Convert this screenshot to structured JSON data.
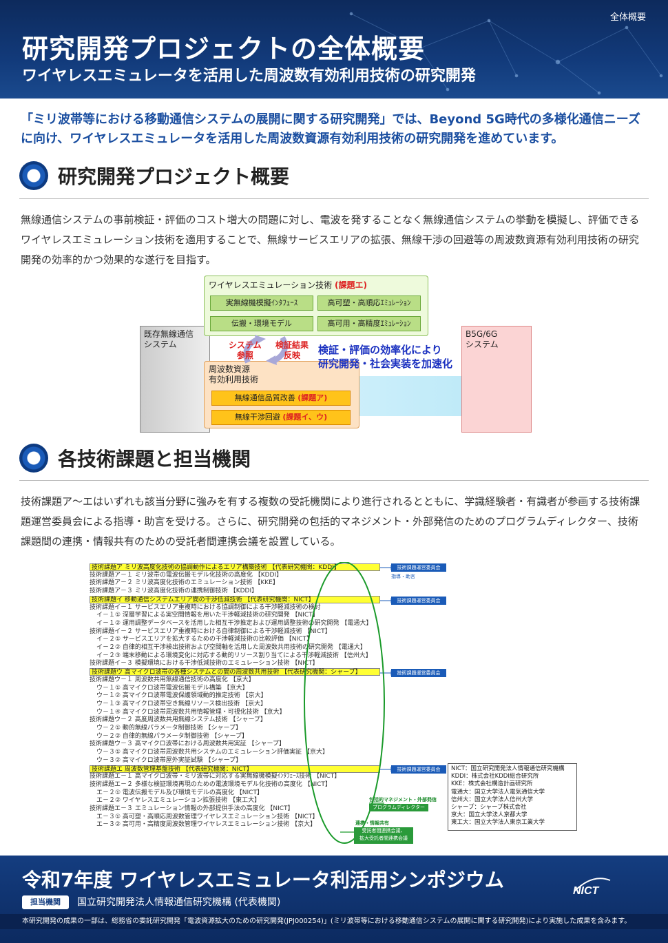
{
  "header": {
    "corner_tag": "全体概要",
    "title": "研究開発プロジェクトの全体概要",
    "subtitle": "ワイヤレスエミュレータを活用した周波数有効利用技術の研究開発"
  },
  "lead": "「ミリ波帯等における移動通信システムの展開に関する研究開発」では、Beyond 5G時代の多様化通信ニーズに向け、ワイヤレスエミュレータを活用した周波数資源有効利用技術の研究開発を進めています。",
  "section1": {
    "title": "研究開発プロジェクト概要",
    "body": "無線通信システムの事前検証・評価のコスト増大の問題に対し、電波を発することなく無線通信システムの挙動を模擬し、評価できるワイヤレスエミュレーション技術を適用することで、無線サービスエリアの拡張、無線干渉の回避等の周波数資源有効利用技術の研究開発の効率的かつ効果的な遂行を目指す。"
  },
  "diagram1": {
    "left_box": "既存無線通信\nシステム",
    "right_box": "B5G/6G\nシステム",
    "green_title": "ワイヤレスエミュレーション技術 ",
    "green_title_tag": "(課題エ)",
    "green_items": [
      "実無線機模擬ｲﾝﾀﾌｪｰｽ",
      "高可塑・高順応ｴﾐｭﾚｰｼｮﾝ",
      "伝搬・環境モデル",
      "高可用・高精度ｴﾐｭﾚｰｼｮﾝ"
    ],
    "orange_title": "周波数資源\n有効利用技術",
    "orange_items": [
      {
        "text": "無線通信品質改善 ",
        "tag": "(課題ア)"
      },
      {
        "text": "無線干渉回避 ",
        "tag": "(課題イ、ウ)"
      }
    ],
    "note_left": "システム\n参照",
    "note_right": "検証結果\n反映",
    "blue_note": "検証・評価の効率化により\n研究開発・社会実装を加速化"
  },
  "section2": {
    "title": "各技術課題と担当機関",
    "body": "技術課題ア〜エはいずれも該当分野に強みを有する複数の受託機関により進行されるとともに、学識経験者・有識者が参画する技術課題運営委員会による指導・助言を受ける。さらに、研究開発の包括的マネジメント・外部発信のためのプログラムディレクター、技術課題間の連携・情報共有のための受託者間連携会議を設置している。"
  },
  "diagram2": {
    "rows": [
      {
        "text": "技術課題ア ミリ波高度化技術の協調動作によるエリア構築技術 【代表研究機関：KDDI】",
        "kind": "hl"
      },
      {
        "text": "技術課題ア－１ ミリ波帯の電波伝搬モデル化技術の高度化 【KDDI】",
        "kind": "main"
      },
      {
        "text": "技術課題ア－２ ミリ波高度化技術のエミュレーション技術 【KKE】",
        "kind": "main"
      },
      {
        "text": "技術課題ア－３ ミリ波高度化技術の連携制御技術 【KDDI】",
        "kind": "main"
      },
      {
        "text": "技術課題イ 移動通信システムエリア間の干渉低減技術 【代表研究機関：NICT】",
        "kind": "hl"
      },
      {
        "text": "技術課題イ－１ サービスエリア重複時における協調制御による干渉軽減技術の検討",
        "kind": "main"
      },
      {
        "text": "イ－１① 深層学習による実空間情報を用いた干渉軽減技術の研究開発 【NICT】",
        "kind": "sub"
      },
      {
        "text": "イ－１② 運用調整データベースを活用した相互干渉推定および運用調整技術の研究開発 【電通大】",
        "kind": "sub"
      },
      {
        "text": "技術課題イ－２ サービスエリア重複時における自律制御による干渉軽減技術 【NICT】",
        "kind": "main"
      },
      {
        "text": "イ－２① サービスエリアを拡大するための干渉軽減技術の比較評価 【NICT】",
        "kind": "sub"
      },
      {
        "text": "イ－２② 自律的相互干渉検出技術および空間軸を活用した周波数共用技術の研究開発 【電通大】",
        "kind": "sub"
      },
      {
        "text": "イ－２③ 端末移動による環境変化に対応する動的リソース割り当てによる干渉軽減技術 【信州大】",
        "kind": "sub"
      },
      {
        "text": "技術課題イ－３ 模擬環境における干渉低減技術のエミュレーション技術 【NICT】",
        "kind": "main"
      },
      {
        "text": "技術課題ウ 高マイクロ波帯の各種システムとの間の周波数共用技術 【代表研究機関：シャープ】",
        "kind": "hl"
      },
      {
        "text": "技術課題ウ－１ 周波数共用無線通信技術の高度化 【京大】",
        "kind": "main"
      },
      {
        "text": "ウ－１① 高マイクロ波帯電波伝搬モデル構築 【京大】",
        "kind": "sub"
      },
      {
        "text": "ウ－１② 高マイクロ波帯電波保護領域動的推定技術 【京大】",
        "kind": "sub"
      },
      {
        "text": "ウ－１③ 高マイクロ波帯空き無線リソース検出技術 【京大】",
        "kind": "sub"
      },
      {
        "text": "ウ－１④ 高マイクロ波帯周波数共用情報管理・可視化技術 【京大】",
        "kind": "sub"
      },
      {
        "text": "技術課題ウ－２ 高度周波数共用無線システム技術 【シャープ】",
        "kind": "main"
      },
      {
        "text": "ウ－２① 動的無線パラメータ制御技術 【シャープ】",
        "kind": "sub"
      },
      {
        "text": "ウ－２② 自律的無線パラメータ制御技術 【シャープ】",
        "kind": "sub"
      },
      {
        "text": "技術課題ウ－３ 高マイクロ波帯における周波数共用実証 【シャープ】",
        "kind": "main"
      },
      {
        "text": "ウ－３① 高マイクロ波帯周波数共用システムのエミュレーション評価実証 【京大】",
        "kind": "sub"
      },
      {
        "text": "ウ－３② 高マイクロ波帯屋外実証試験 【シャープ】",
        "kind": "sub"
      },
      {
        "text": "技術課題エ 周波数管理基盤技術 【代表研究機関：NICT】",
        "kind": "hl"
      },
      {
        "text": "技術課題エ－１ 高マイクロ波帯・ミリ波帯に対応する実無線機模擬ｲﾝﾀﾌｪｰｽ技術 【NICT】",
        "kind": "main"
      },
      {
        "text": "技術課題エ－２ 多様な検証環境再現のための電波環境モデル化技術の高度化 【NICT】",
        "kind": "main"
      },
      {
        "text": "エ－２① 電波伝搬モデル及び環境モデルの高度化 【NICT】",
        "kind": "sub"
      },
      {
        "text": "エ－２② ワイヤレスエミュレーション拡張技術 【東工大】",
        "kind": "sub"
      },
      {
        "text": "技術課題エ－３ エミュレーション情報の外部提供手法の高度化 【NICT】",
        "kind": "main"
      },
      {
        "text": "エ－３① 高可塑・高順応周波数管理ワイヤレスエミュレーション技術 【NICT】",
        "kind": "sub"
      },
      {
        "text": "エ－３② 高可用・高精度周波数管理ワイヤレスエミュレーション技術 【京大】",
        "kind": "sub"
      }
    ],
    "committee_label": "技術課題運営委員会",
    "advice_label": "指導・助言",
    "pd_caption": "包括的マネジメント・外部発信",
    "pd_label": "プログラムディレクター",
    "collab_caption": "連携・情報共有",
    "collab_label": "受託者間連携会議、\n拡大受託者間連携会議",
    "legend": [
      "NICT：国立研究開発法人情報通信研究機構",
      "KDDI：株式会社KDDI総合研究所",
      "KKE：株式会社構造計画研究所",
      "電通大：国立大学法人電気通信大学",
      "信州大：国立大学法人信州大学",
      "シャープ：シャープ株式会社",
      "京大：国立大学法人京都大学",
      "東工大：国立大学法人東京工業大学"
    ]
  },
  "footer": {
    "title": "令和7年度 ワイヤレスエミュレータ利活用シンポジウム",
    "org_badge": "担当機関",
    "org_name": "国立研究開発法人情報通信研究機構 (代表機関)",
    "footnote": "本研究開発の成果の一部は、総務省の委託研究開発「電波資源拡大のための研究開発(JPJ000254)」(ミリ波帯等における移動通信システムの展開に関する研究開発)により実施した成果を含みます。",
    "logo_text": "NICT"
  }
}
